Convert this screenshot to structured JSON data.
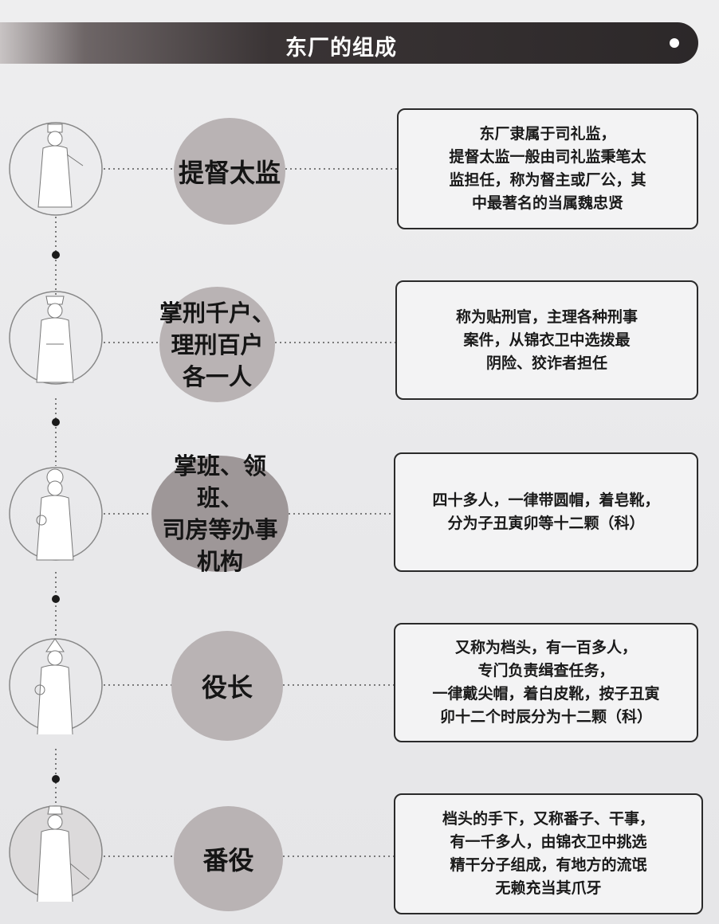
{
  "header": {
    "title": "东厂的组成"
  },
  "rows": [
    {
      "role": "提督太监",
      "desc": [
        "东厂隶属于司礼监，",
        "提督太监一般由司礼监秉笔太",
        "监担任，称为督主或厂公，其",
        "中最著名的当属魏忠贤"
      ]
    },
    {
      "role_lines": [
        "掌刑千户、",
        "理刑百户",
        "各一人"
      ],
      "desc": [
        "称为贴刑官，主理各种刑事",
        "案件，从锦衣卫中选拨最",
        "阴险、狡诈者担任"
      ]
    },
    {
      "role_lines": [
        "掌班、领班、",
        "司房等办事",
        "机构"
      ],
      "desc": [
        "四十多人，一律带圆帽，着皂靴，",
        "分为子丑寅卯等十二颗（科）"
      ]
    },
    {
      "role": "役长",
      "desc": [
        "又称为档头，有一百多人，",
        "专门负责缉查任务，",
        "一律戴尖帽，着白皮靴，按子丑寅",
        "卯十二个时辰分为十二颗（科）"
      ]
    },
    {
      "role": "番役",
      "desc": [
        "档头的手下，又称番子、干事，",
        "有一千多人，由锦衣卫中挑选",
        "精干分子组成，有地方的流氓",
        "无赖充当其爪牙"
      ]
    }
  ]
}
